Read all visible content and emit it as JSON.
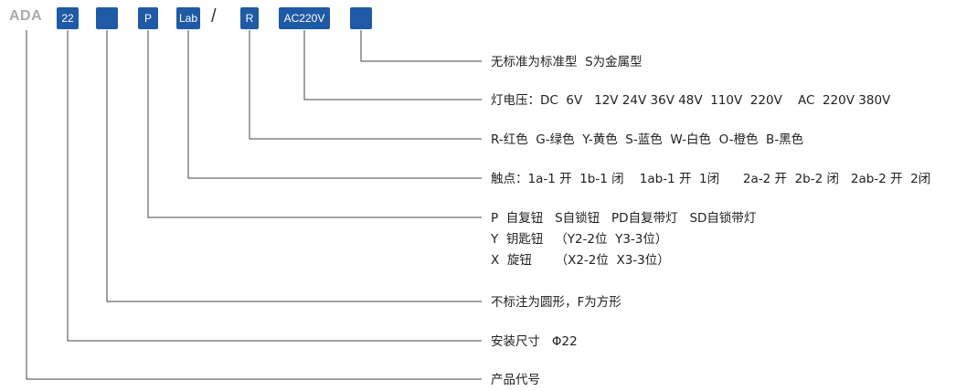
{
  "prefix": "ADA",
  "codes": {
    "size": "22",
    "shape": "",
    "type": "P",
    "contacts": "Lab",
    "separator": "/",
    "color": "R",
    "voltage": "AC220V",
    "material": ""
  },
  "descriptions": {
    "material": "无标准为标准型  S为金属型",
    "voltage": "灯电压：DC  6V   12V 24V 36V 48V  110V  220V    AC  220V 380V",
    "color": "R-红色  G-绿色  Y-黄色  S-蓝色  W-白色  O-橙色  B-黑色",
    "contacts": "触点：1a-1 开  1b-1 闭    1ab-1 开  1闭      2a-2 开  2b-2 闭   2ab-2 开  2闭",
    "type_1": "P  自复钮   S自锁钮   PD自复带灯   SD自锁带灯",
    "type_2": "Y  钥匙钮   （Y2-2位  Y3-3位）",
    "type_3": "X  旋钮      （X2-2位  X3-3位）",
    "shape": "不标注为圆形，F为方形",
    "size": "安装尺寸   Φ22",
    "series": "产品代号"
  },
  "colors": {
    "box_fill": "#1f5aa6",
    "box_text": "#ffffff",
    "prefix_text": "#aaaaaa",
    "line": "#444444"
  }
}
